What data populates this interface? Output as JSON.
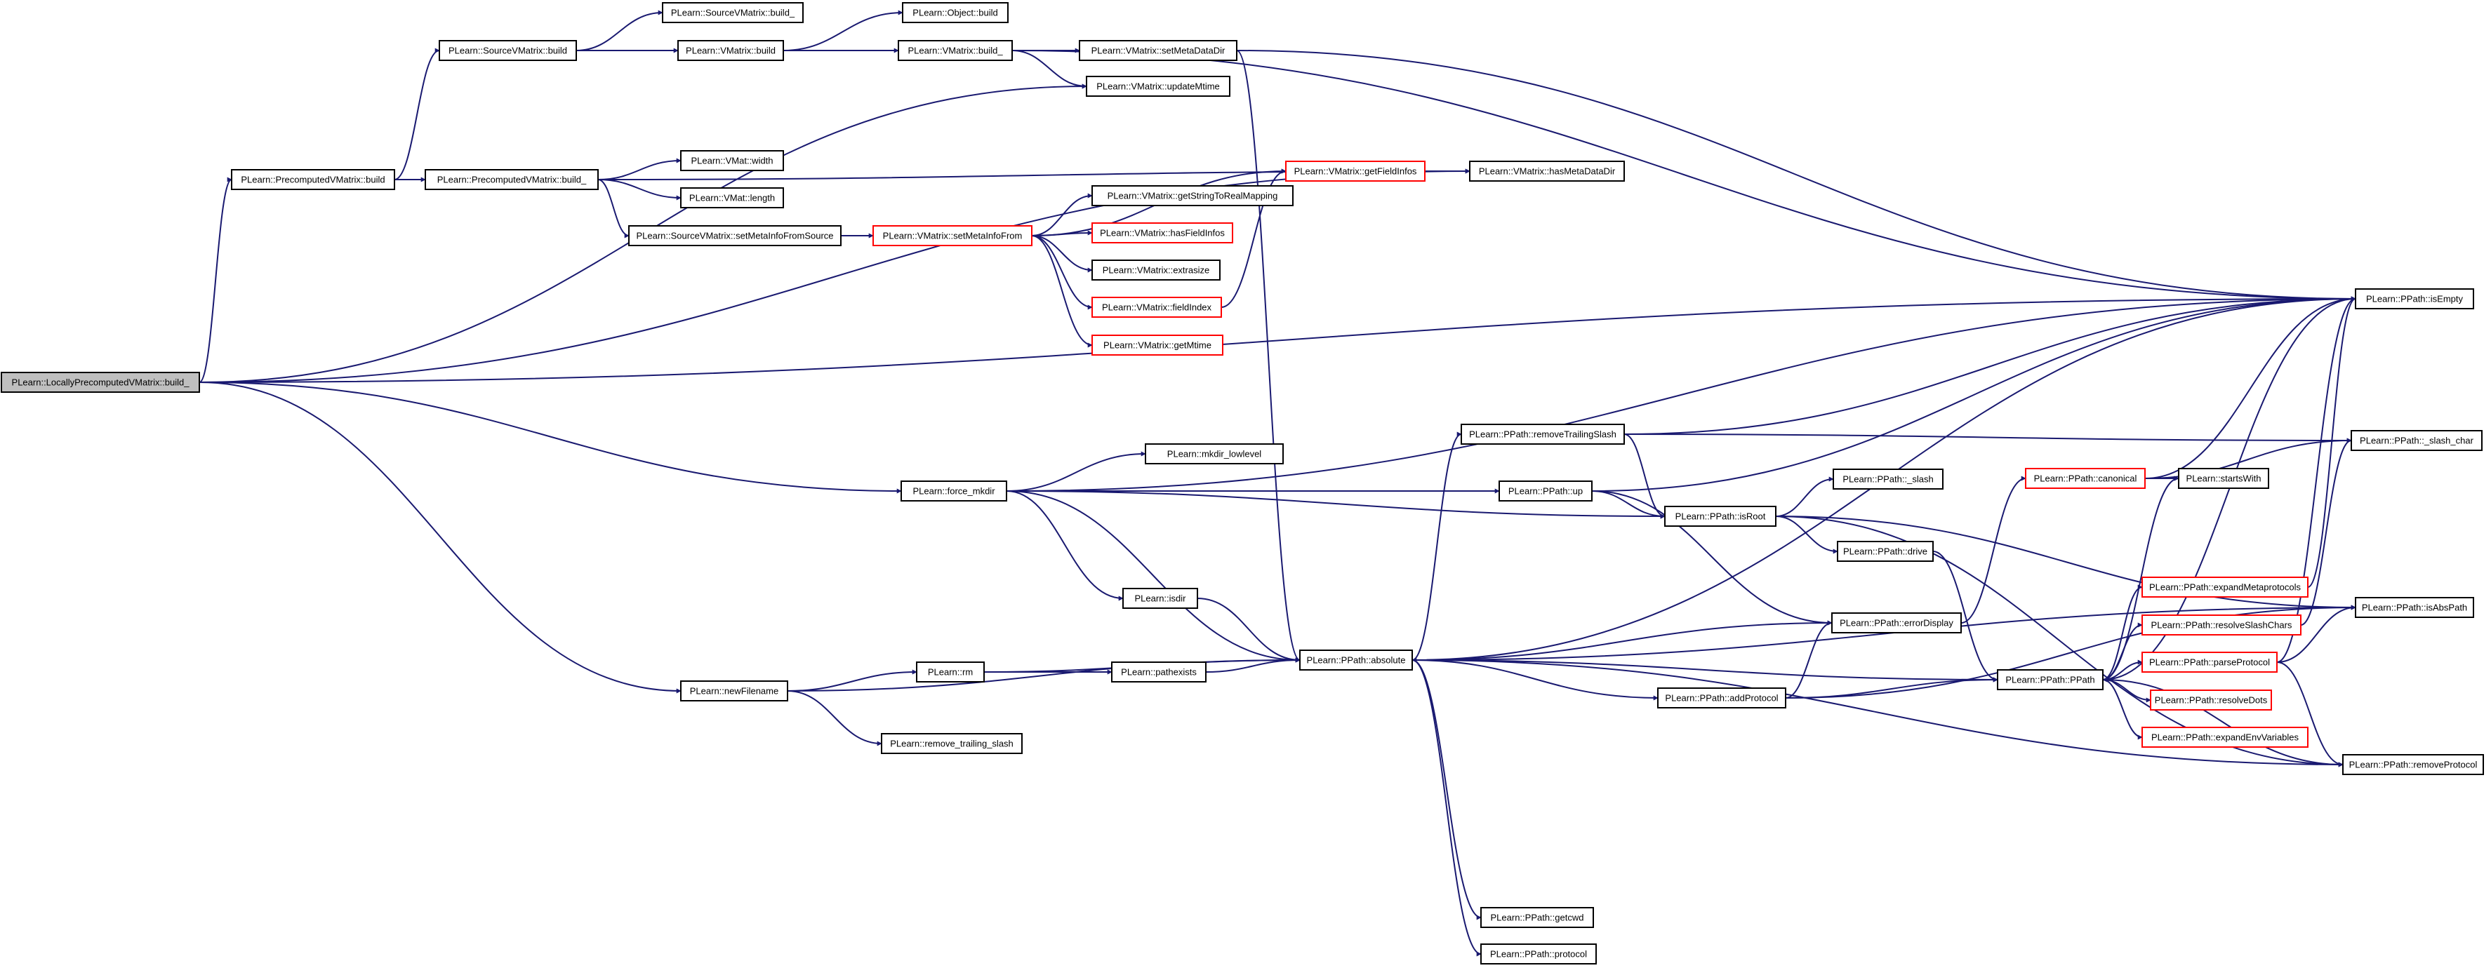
{
  "graph": {
    "edge_color": "#191970",
    "node_border": "#000000",
    "node_border_truncated": "#ff0000",
    "root_fill": "#bfbfbf",
    "nodes": [
      {
        "id": "root",
        "label": "PLearn::LocallyPrecomputedVMatrix::build_",
        "style": "root"
      },
      {
        "id": "svm_build_",
        "label": "PLearn::SourceVMatrix::build_",
        "style": "normal"
      },
      {
        "id": "obj_build",
        "label": "PLearn::Object::build",
        "style": "normal"
      },
      {
        "id": "svm_build",
        "label": "PLearn::SourceVMatrix::build",
        "style": "normal"
      },
      {
        "id": "vm_build",
        "label": "PLearn::VMatrix::build",
        "style": "normal"
      },
      {
        "id": "vm_build_",
        "label": "PLearn::VMatrix::build_",
        "style": "normal"
      },
      {
        "id": "vm_setmetadatadir",
        "label": "PLearn::VMatrix::setMetaDataDir",
        "style": "normal"
      },
      {
        "id": "vm_updatemtime",
        "label": "PLearn::VMatrix::updateMtime",
        "style": "normal"
      },
      {
        "id": "pvm_build",
        "label": "PLearn::PrecomputedVMatrix::build",
        "style": "normal"
      },
      {
        "id": "pvm_build_",
        "label": "PLearn::PrecomputedVMatrix::build_",
        "style": "normal"
      },
      {
        "id": "vmat_width",
        "label": "PLearn::VMat::width",
        "style": "normal"
      },
      {
        "id": "vmat_length",
        "label": "PLearn::VMat::length",
        "style": "normal"
      },
      {
        "id": "vm_getfieldinfos",
        "label": "PLearn::VMatrix::getFieldInfos",
        "style": "red"
      },
      {
        "id": "vm_hasmetadatadir",
        "label": "PLearn::VMatrix::hasMetaDataDir",
        "style": "normal"
      },
      {
        "id": "svm_setmetainfo",
        "label": "PLearn::SourceVMatrix::setMetaInfoFromSource",
        "style": "normal"
      },
      {
        "id": "vm_setmetainfofrom",
        "label": "PLearn::VMatrix::setMetaInfoFrom",
        "style": "red"
      },
      {
        "id": "vm_getstringtoreal",
        "label": "PLearn::VMatrix::getStringToRealMapping",
        "style": "normal"
      },
      {
        "id": "vm_hasfieldinfos",
        "label": "PLearn::VMatrix::hasFieldInfos",
        "style": "red"
      },
      {
        "id": "vm_extrasize",
        "label": "PLearn::VMatrix::extrasize",
        "style": "normal"
      },
      {
        "id": "vm_fieldindex",
        "label": "PLearn::VMatrix::fieldIndex",
        "style": "red"
      },
      {
        "id": "vm_getmtime",
        "label": "PLearn::VMatrix::getMtime",
        "style": "red"
      },
      {
        "id": "pp_isempty",
        "label": "PLearn::PPath::isEmpty",
        "style": "normal"
      },
      {
        "id": "pp_slash_char",
        "label": "PLearn::PPath::_slash_char",
        "style": "normal"
      },
      {
        "id": "pp_removetrailingslash",
        "label": "PLearn::PPath::removeTrailingSlash",
        "style": "normal"
      },
      {
        "id": "mkdir_lowlevel",
        "label": "PLearn::mkdir_lowlevel",
        "style": "normal"
      },
      {
        "id": "force_mkdir",
        "label": "PLearn::force_mkdir",
        "style": "normal"
      },
      {
        "id": "pp_up",
        "label": "PLearn::PPath::up",
        "style": "normal"
      },
      {
        "id": "pp_slash",
        "label": "PLearn::PPath::_slash",
        "style": "normal"
      },
      {
        "id": "pp_canonical",
        "label": "PLearn::PPath::canonical",
        "style": "red"
      },
      {
        "id": "startswith",
        "label": "PLearn::startsWith",
        "style": "normal"
      },
      {
        "id": "pp_isroot",
        "label": "PLearn::PPath::isRoot",
        "style": "normal"
      },
      {
        "id": "pp_drive",
        "label": "PLearn::PPath::drive",
        "style": "normal"
      },
      {
        "id": "pp_expandmetaprotocols",
        "label": "PLearn::PPath::expandMetaprotocols",
        "style": "red"
      },
      {
        "id": "isdir",
        "label": "PLearn::isdir",
        "style": "normal"
      },
      {
        "id": "pp_errordisplay",
        "label": "PLearn::PPath::errorDisplay",
        "style": "normal"
      },
      {
        "id": "pp_resolveslashchars",
        "label": "PLearn::PPath::resolveSlashChars",
        "style": "red"
      },
      {
        "id": "pp_isabspath",
        "label": "PLearn::PPath::isAbsPath",
        "style": "normal"
      },
      {
        "id": "pp_parseprotocol",
        "label": "PLearn::PPath::parseProtocol",
        "style": "red"
      },
      {
        "id": "newfilename",
        "label": "PLearn::newFilename",
        "style": "normal"
      },
      {
        "id": "rm",
        "label": "PLearn::rm",
        "style": "normal"
      },
      {
        "id": "pathexists",
        "label": "PLearn::pathexists",
        "style": "normal"
      },
      {
        "id": "pp_absolute",
        "label": "PLearn::PPath::absolute",
        "style": "normal"
      },
      {
        "id": "pp_pppath",
        "label": "PLearn::PPath::PPath",
        "style": "normal"
      },
      {
        "id": "pp_addprotocol",
        "label": "PLearn::PPath::addProtocol",
        "style": "normal"
      },
      {
        "id": "pp_resolvedots",
        "label": "PLearn::PPath::resolveDots",
        "style": "red"
      },
      {
        "id": "remove_trailing_slash",
        "label": "PLearn::remove_trailing_slash",
        "style": "normal"
      },
      {
        "id": "pp_expandenvvariables",
        "label": "PLearn::PPath::expandEnvVariables",
        "style": "red"
      },
      {
        "id": "pp_removeprotocol",
        "label": "PLearn::PPath::removeProtocol",
        "style": "normal"
      },
      {
        "id": "pp_getcwd",
        "label": "PLearn::PPath::getcwd",
        "style": "normal"
      },
      {
        "id": "pp_protocol",
        "label": "PLearn::PPath::protocol",
        "style": "normal"
      }
    ],
    "edges": [
      [
        "root",
        "pvm_build"
      ],
      [
        "root",
        "vm_updatemtime"
      ],
      [
        "root",
        "vm_hasmetadatadir"
      ],
      [
        "root",
        "pp_isempty"
      ],
      [
        "root",
        "force_mkdir"
      ],
      [
        "root",
        "newfilename"
      ],
      [
        "pvm_build",
        "svm_build"
      ],
      [
        "pvm_build",
        "pvm_build_"
      ],
      [
        "svm_build",
        "svm_build_"
      ],
      [
        "svm_build",
        "vm_build"
      ],
      [
        "vm_build",
        "obj_build"
      ],
      [
        "vm_build",
        "vm_build_"
      ],
      [
        "vm_build_",
        "vm_setmetadatadir"
      ],
      [
        "vm_build_",
        "vm_updatemtime"
      ],
      [
        "vm_build_",
        "pp_isempty"
      ],
      [
        "vm_setmetadatadir",
        "pp_isempty"
      ],
      [
        "vm_setmetadatadir",
        "pp_absolute"
      ],
      [
        "pvm_build_",
        "vm_hasmetadatadir"
      ],
      [
        "pvm_build_",
        "vmat_width"
      ],
      [
        "pvm_build_",
        "vmat_length"
      ],
      [
        "pvm_build_",
        "svm_setmetainfo"
      ],
      [
        "svm_setmetainfo",
        "vm_setmetainfofrom"
      ],
      [
        "vm_setmetainfofrom",
        "vm_getfieldinfos"
      ],
      [
        "vm_setmetainfofrom",
        "vm_getstringtoreal"
      ],
      [
        "vm_setmetainfofrom",
        "vm_hasfieldinfos"
      ],
      [
        "vm_setmetainfofrom",
        "vm_extrasize"
      ],
      [
        "vm_setmetainfofrom",
        "vm_fieldindex"
      ],
      [
        "vm_setmetainfofrom",
        "vm_getmtime"
      ],
      [
        "vm_fieldindex",
        "vm_getfieldinfos"
      ],
      [
        "force_mkdir",
        "mkdir_lowlevel"
      ],
      [
        "force_mkdir",
        "pp_up"
      ],
      [
        "force_mkdir",
        "pp_isroot"
      ],
      [
        "force_mkdir",
        "isdir"
      ],
      [
        "force_mkdir",
        "pp_absolute"
      ],
      [
        "force_mkdir",
        "pp_isempty"
      ],
      [
        "pp_up",
        "pp_isempty"
      ],
      [
        "pp_up",
        "pp_isroot"
      ],
      [
        "pp_up",
        "pp_errordisplay"
      ],
      [
        "pp_removetrailingslash",
        "pp_isempty"
      ],
      [
        "pp_removetrailingslash",
        "pp_slash_char"
      ],
      [
        "pp_removetrailingslash",
        "pp_isroot"
      ],
      [
        "pp_isroot",
        "pp_slash"
      ],
      [
        "pp_isroot",
        "pp_drive"
      ],
      [
        "pp_isroot",
        "pp_isabspath"
      ],
      [
        "pp_isroot",
        "pp_removeprotocol"
      ],
      [
        "pp_drive",
        "pp_pppath"
      ],
      [
        "pp_canonical",
        "startswith"
      ],
      [
        "pp_canonical",
        "pp_slash_char"
      ],
      [
        "pp_canonical",
        "pp_isempty"
      ],
      [
        "isdir",
        "pp_absolute"
      ],
      [
        "newfilename",
        "rm"
      ],
      [
        "newfilename",
        "pp_absolute"
      ],
      [
        "newfilename",
        "remove_trailing_slash"
      ],
      [
        "rm",
        "pathexists"
      ],
      [
        "rm",
        "pp_absolute"
      ],
      [
        "pathexists",
        "pp_absolute"
      ],
      [
        "pp_absolute",
        "pp_removetrailingslash"
      ],
      [
        "pp_absolute",
        "pp_isempty"
      ],
      [
        "pp_absolute",
        "pp_addprotocol"
      ],
      [
        "pp_absolute",
        "pp_pppath"
      ],
      [
        "pp_absolute",
        "pp_isabspath"
      ],
      [
        "pp_absolute",
        "pp_getcwd"
      ],
      [
        "pp_absolute",
        "pp_protocol"
      ],
      [
        "pp_absolute",
        "pp_removeprotocol"
      ],
      [
        "pp_errordisplay",
        "pp_absolute"
      ],
      [
        "pp_errordisplay",
        "pp_canonical"
      ],
      [
        "pp_addprotocol",
        "pp_pppath"
      ],
      [
        "pp_addprotocol",
        "pp_errordisplay"
      ],
      [
        "pp_addprotocol",
        "pp_isabspath"
      ],
      [
        "pp_pppath",
        "startswith"
      ],
      [
        "pp_pppath",
        "pp_expandmetaprotocols"
      ],
      [
        "pp_pppath",
        "pp_resolveslashchars"
      ],
      [
        "pp_pppath",
        "pp_parseprotocol"
      ],
      [
        "pp_pppath",
        "pp_resolvedots"
      ],
      [
        "pp_pppath",
        "pp_expandenvvariables"
      ],
      [
        "pp_pppath",
        "pp_isempty"
      ],
      [
        "pp_expandmetaprotocols",
        "pp_isempty"
      ],
      [
        "pp_resolveslashchars",
        "pp_slash_char"
      ],
      [
        "pp_parseprotocol",
        "pp_isabspath"
      ],
      [
        "pp_parseprotocol",
        "pp_removeprotocol"
      ],
      [
        "pp_parseprotocol",
        "pp_isempty"
      ],
      [
        "pp_removeprotocol",
        "pp_pppath"
      ]
    ]
  }
}
